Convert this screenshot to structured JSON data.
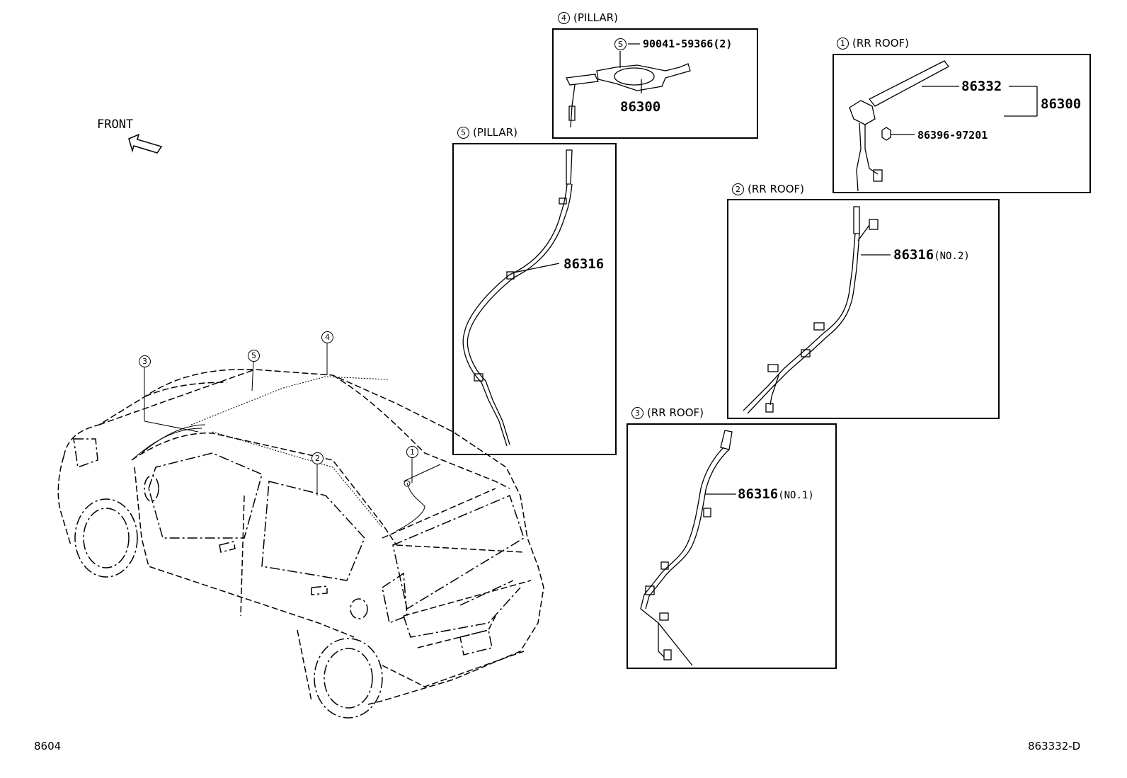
{
  "front_label": "FRONT",
  "page_code_left": "8604",
  "page_code_right": "863332-D",
  "panels": {
    "pillar4": {
      "num": "4",
      "location": "(PILLAR)",
      "part_screw": "90041-59366(2)",
      "screw_symbol": "S",
      "part_main": "86300"
    },
    "pillar5": {
      "num": "5",
      "location": "(PILLAR)",
      "part_main": "86316"
    },
    "rrroof1": {
      "num": "1",
      "location": "(RR ROOF)",
      "part_rod": "86332",
      "part_assy": "86300",
      "part_nut": "86396-97201"
    },
    "rrroof2": {
      "num": "2",
      "location": "(RR ROOF)",
      "part_main": "86316",
      "part_note": "(NO.2)"
    },
    "rrroof3": {
      "num": "3",
      "location": "(RR ROOF)",
      "part_main": "86316",
      "part_note": "(NO.1)"
    }
  },
  "car_callouts": [
    "3",
    "5",
    "4",
    "2",
    "1"
  ]
}
